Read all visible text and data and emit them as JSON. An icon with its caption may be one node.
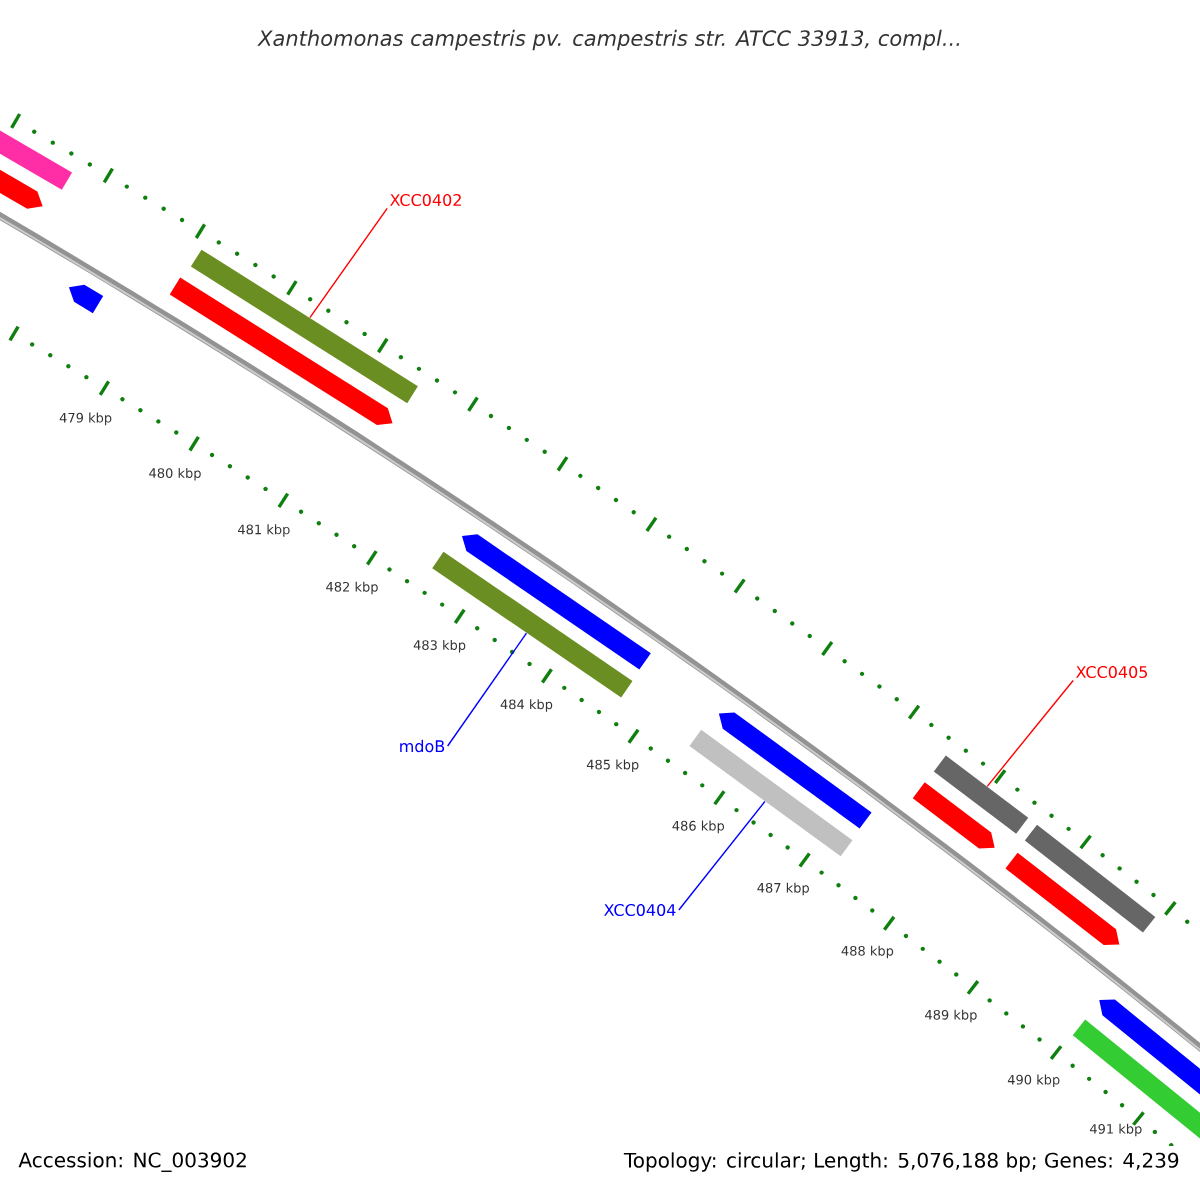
{
  "diagram": {
    "title": "Xanthomonas campestris pv. campestris str. ATCC 33913, compl...",
    "nodes": [
      {
        "text": [
          "XCC0402"
        ]
      },
      {
        "text": [],
        "shape": "bar"
      },
      {
        "text": [
          "XCC0405"
        ]
      },
      {
        "text": [],
        "shape": "bar"
      },
      {
        "text": [
          "mdoB"
        ]
      },
      {
        "text": [],
        "shape": "bar"
      },
      {
        "text": [
          "XCC0404"
        ]
      },
      {
        "text": [],
        "shape": "bar"
      }
    ],
    "edges": [
      {
        "from": 0,
        "to": 1,
        "arrow": "none",
        "color": "#ff0000"
      },
      {
        "from": 2,
        "to": 3,
        "arrow": "none",
        "color": "#ff0000"
      },
      {
        "from": 4,
        "to": 5,
        "arrow": "none",
        "color": "#0000ff"
      },
      {
        "from": 6,
        "to": 7,
        "arrow": "none",
        "color": "#0000ff"
      }
    ],
    "labels": [
      "479 kbp",
      "480 kbp",
      "481 kbp",
      "482 kbp",
      "483 kbp",
      "484 kbp",
      "485 kbp",
      "486 kbp",
      "487 kbp",
      "488 kbp",
      "489 kbp",
      "490 kbp",
      "491 kbp",
      "Accession: NC_003902",
      "Topology: circular; Length: 5,076,188 bp; Genes: 4,239"
    ]
  }
}
